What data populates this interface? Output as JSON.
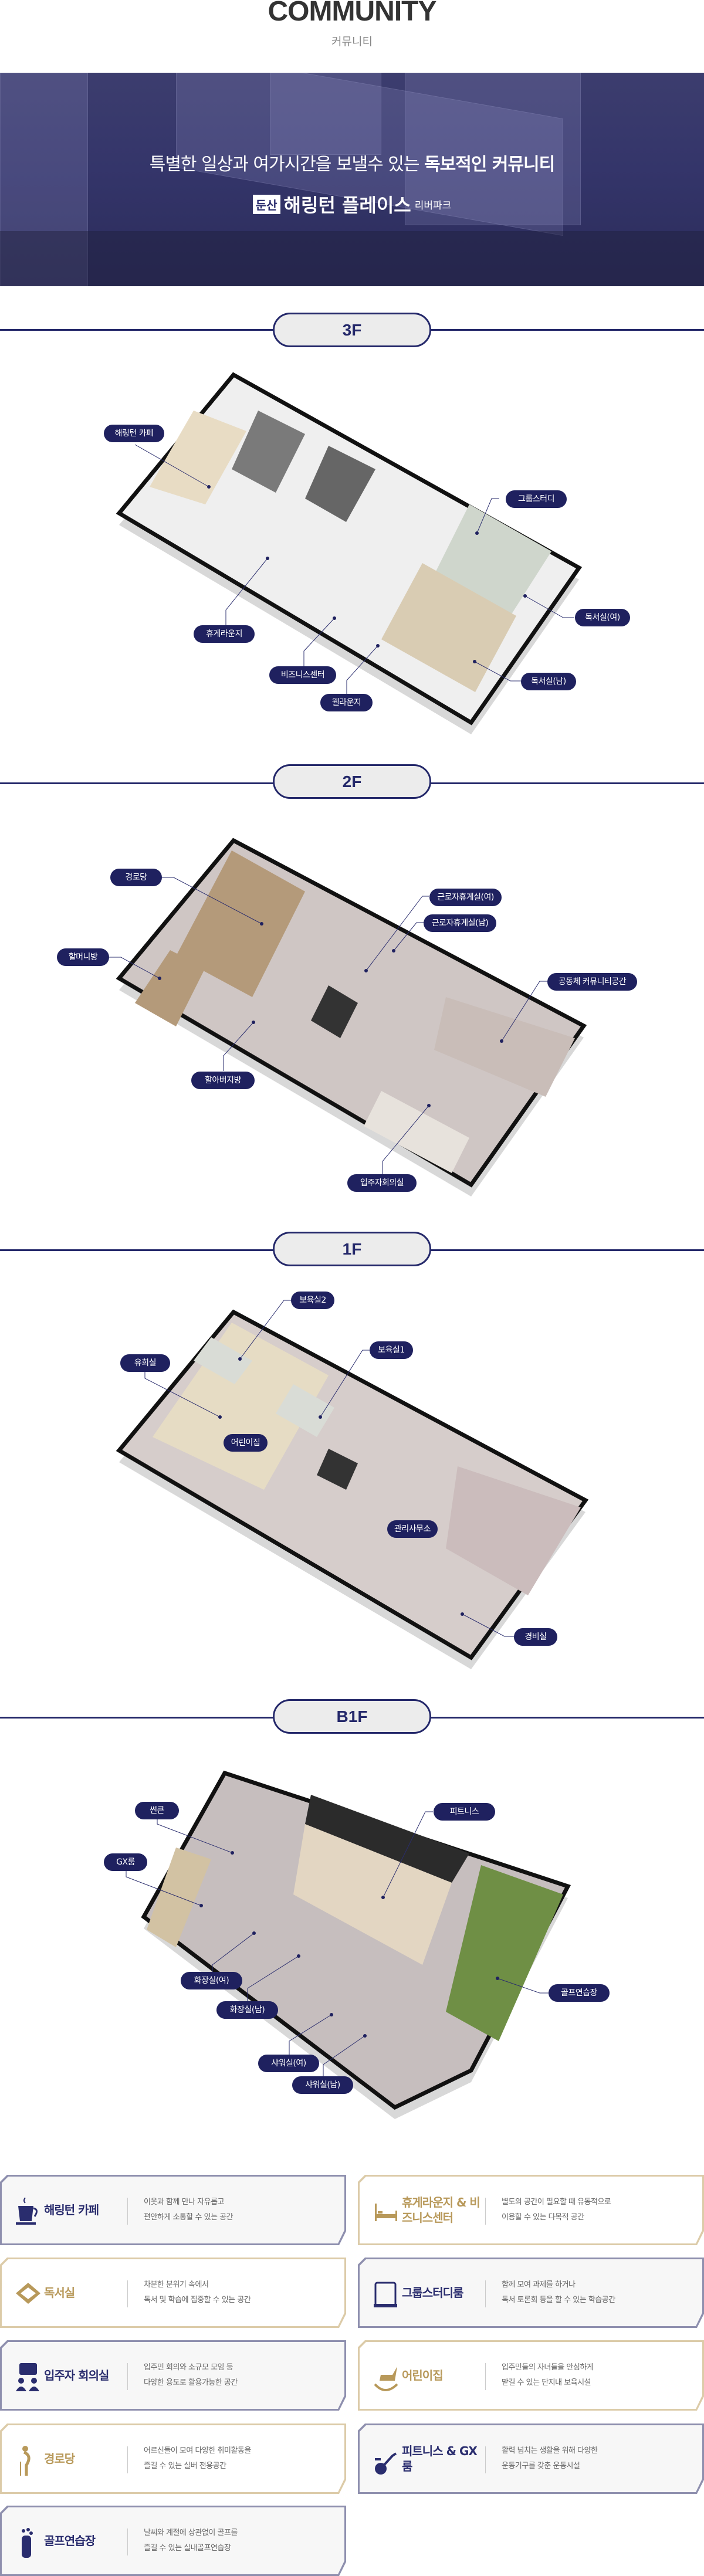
{
  "header": {
    "title": "COMMUNITY",
    "subtitle": "커뮤니티"
  },
  "banner": {
    "headline_regular": "특별한 일상과 여가시간을 보낼수 있는 ",
    "headline_bold": "독보적인 커뮤니티",
    "badge": "둔산",
    "brand": "해링턴 플레이스",
    "brand_suffix": "리버파크"
  },
  "floors": [
    {
      "name": "3F",
      "labels": [
        "해링턴 카페",
        "그룹스터디",
        "독서실(여)",
        "휴게라운지",
        "독서실(남)",
        "비즈니스센터",
        "웰라운지"
      ]
    },
    {
      "name": "2F",
      "labels": [
        "경로당",
        "근로자휴게실(여)",
        "근로자휴게실(남)",
        "할머니방",
        "공동체 커뮤니티공간",
        "할아버지방",
        "입주자회의실"
      ]
    },
    {
      "name": "1F",
      "labels": [
        "보육실2",
        "보육실1",
        "유희실",
        "어린이집",
        "관리사무소",
        "경비실"
      ]
    },
    {
      "name": "B1F",
      "labels": [
        "썬큰",
        "피트니스",
        "GX룸",
        "화장실(여)",
        "골프연습장",
        "화장실(남)",
        "샤워실(여)",
        "샤워실(남)"
      ]
    }
  ],
  "facilities": [
    {
      "title": "해링턴 카페",
      "icon": "coffee-cup-icon",
      "desc": [
        "이웃과 함께 만나 자유롭고",
        "편안하게 소통할 수 있는 공간"
      ],
      "style": "navy"
    },
    {
      "title": "휴게라운지 & 비즈니스센터",
      "icon": "bed-icon",
      "desc": [
        "별도의 공간이 필요할 때 유동적으로",
        "이용할 수 있는 다목적 공간"
      ],
      "style": "gold"
    },
    {
      "title": "독서실",
      "icon": "book-icon",
      "desc": [
        "차분한 분위기 속에서",
        "독서 및 학습에 집중할 수 있는 공간"
      ],
      "style": "gold"
    },
    {
      "title": "그룹스터디룸",
      "icon": "tablet-icon",
      "desc": [
        "함께 모여 과제를 하거나",
        "독서 토론회 등을 할 수 있는 학습공간"
      ],
      "style": "navy"
    },
    {
      "title": "입주자 회의실",
      "icon": "meeting-icon",
      "desc": [
        "입주민 회의와 소규모 모임 등",
        "다양한 용도로 활용가능한 공간"
      ],
      "style": "navy"
    },
    {
      "title": "어린이집",
      "icon": "rocking-horse-icon",
      "desc": [
        "입주민들의 자녀들을 안심하게",
        "맡길 수 있는 단지내 보육시설"
      ],
      "style": "gold"
    },
    {
      "title": "경로당",
      "icon": "elderly-cane-icon",
      "desc": [
        "어르신들이 모여 다양한 취미활동을",
        "즐길 수 있는 실버 전용공간"
      ],
      "style": "gold"
    },
    {
      "title": "피트니스 & GX룸",
      "icon": "exercise-bike-icon",
      "desc": [
        "활력 넘치는 생활을 위해 다양한",
        "운동기구를 갖춘 운동시설"
      ],
      "style": "navy"
    },
    {
      "title": "골프연습장",
      "icon": "golf-bag-icon",
      "desc": [
        "날씨와 계절에 상관없이 골프를",
        "즐길 수 있는 실내골프연습장"
      ],
      "style": "navy"
    }
  ],
  "colors": {
    "navy": "#24286a",
    "label_bg": "#1f215f",
    "gold": "#b8995a",
    "gold_border": "#dccba8",
    "navy_border": "#8e8fae"
  }
}
